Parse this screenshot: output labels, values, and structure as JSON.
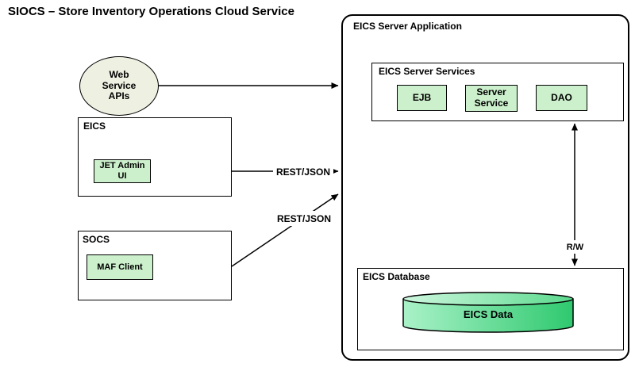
{
  "diagram": {
    "title": "SIOCS – Store Inventory Operations Cloud Service",
    "clients": {
      "web_service_apis": {
        "label": "Web Service APIs"
      },
      "eics_group": {
        "label": "EICS",
        "admin_ui_label": "JET Admin UI"
      },
      "socs_group": {
        "label": "SOCS",
        "maf_client_label": "MAF Client"
      }
    },
    "server": {
      "label": "EICS Server Application",
      "services": {
        "label": "EICS Server Services",
        "components": [
          "EJB",
          "Server Service",
          "DAO"
        ]
      },
      "database": {
        "label": "EICS Database",
        "data_store_label": "EICS Data"
      }
    },
    "connections": {
      "rest_json_1": "REST/JSON",
      "rest_json_2": "REST/JSON",
      "rw": "R/W"
    },
    "colors": {
      "component_fill": "#ccf0cc",
      "ellipse_fill": "#eef0e2",
      "cylinder_light": "#aaf2c8",
      "cylinder_dark": "#2fc96f",
      "cylinder_top_light": "#cdf7de",
      "cylinder_top_dark": "#5bd98d",
      "line": "#000000"
    }
  }
}
